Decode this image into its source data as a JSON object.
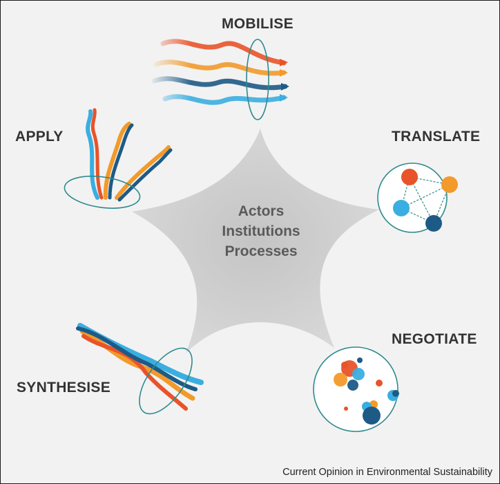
{
  "stages": {
    "mobilise": "MOBILISE",
    "translate": "TRANSLATE",
    "negotiate": "NEGOTIATE",
    "synthesise": "SYNTHESISE",
    "apply": "APPLY"
  },
  "center": {
    "line1": "Actors",
    "line2": "Institutions",
    "line3": "Processes"
  },
  "credit": "Current Opinion in Environmental Sustainability",
  "colors": {
    "background": "#f2f2f2",
    "star": "#cfcfcf",
    "ring": "#2e8a8c",
    "red": "#e8532a",
    "orange": "#f29a2a",
    "light_blue": "#3aaee0",
    "dark_blue": "#1e5a86"
  }
}
